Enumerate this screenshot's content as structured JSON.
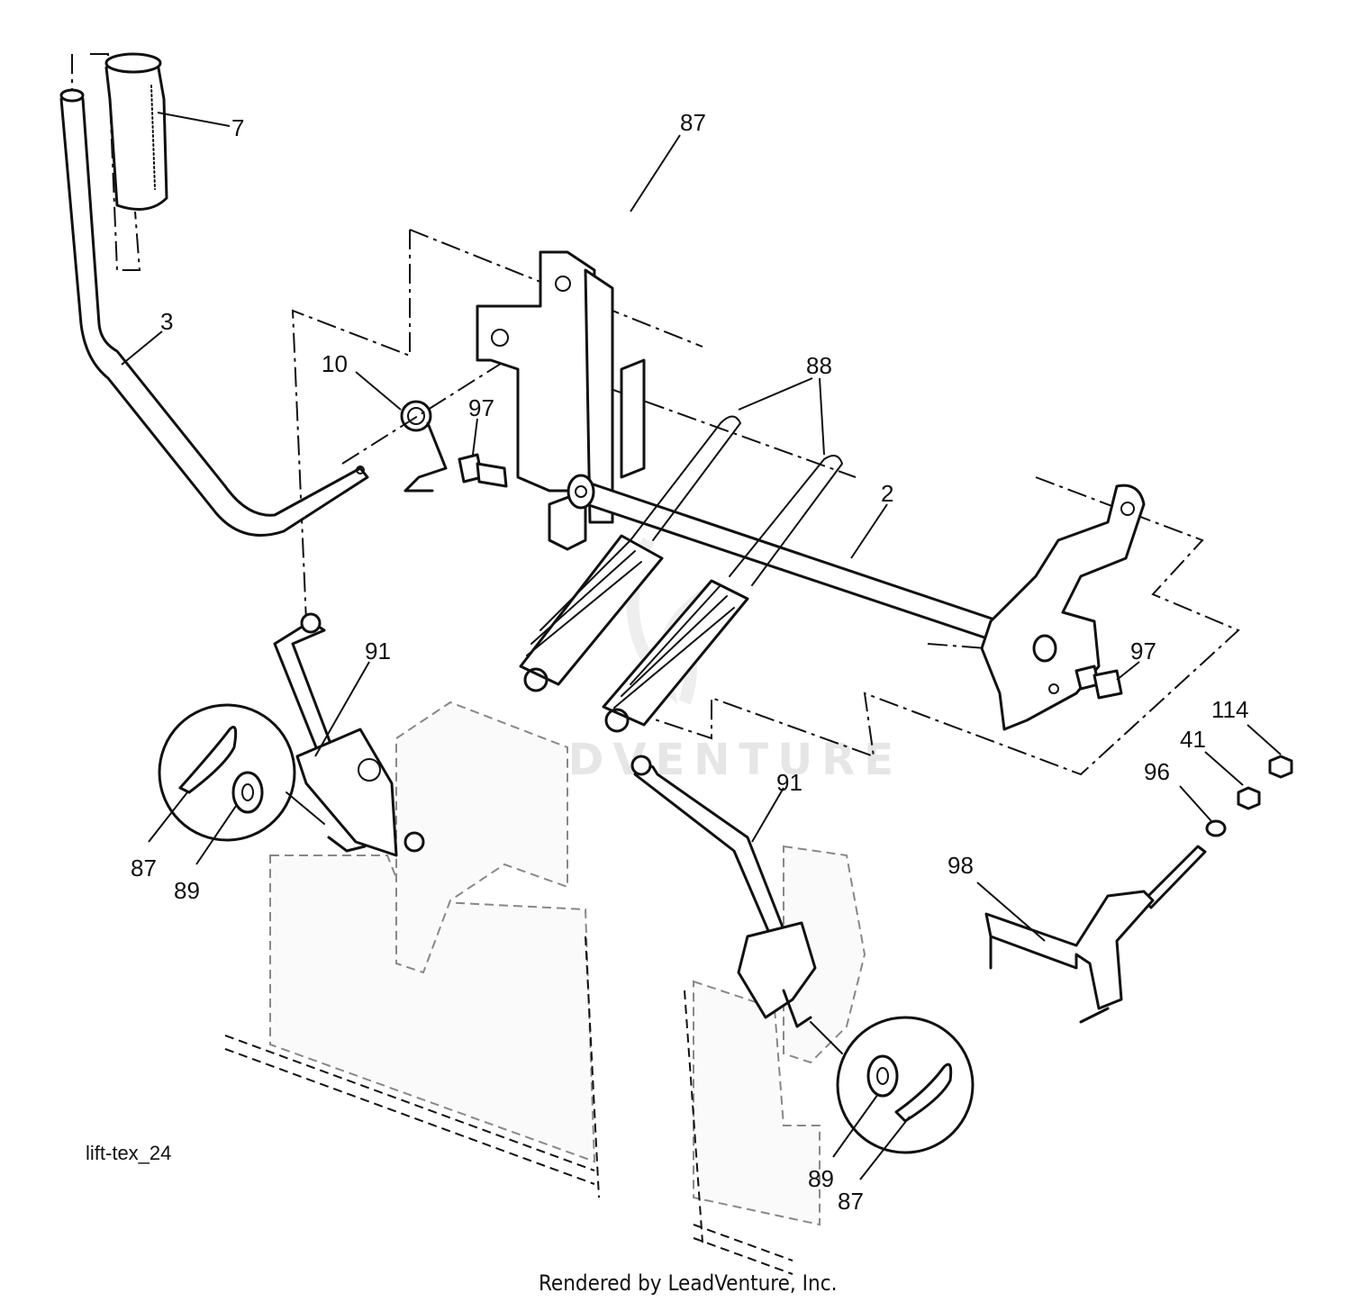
{
  "diagram": {
    "watermark": "LEADVENTURE",
    "figure_code": "lift-tex_24",
    "footer": "Rendered by LeadVenture, Inc.",
    "callouts": [
      {
        "id": "c7",
        "text": "7"
      },
      {
        "id": "c87a",
        "text": "87"
      },
      {
        "id": "c3",
        "text": "3"
      },
      {
        "id": "c10",
        "text": "10"
      },
      {
        "id": "c97a",
        "text": "97"
      },
      {
        "id": "c88",
        "text": "88"
      },
      {
        "id": "c2",
        "text": "2"
      },
      {
        "id": "c91a",
        "text": "91"
      },
      {
        "id": "c97b",
        "text": "97"
      },
      {
        "id": "c114",
        "text": "114"
      },
      {
        "id": "c41",
        "text": "41"
      },
      {
        "id": "c96",
        "text": "96"
      },
      {
        "id": "c91b",
        "text": "91"
      },
      {
        "id": "c98",
        "text": "98"
      },
      {
        "id": "c87b",
        "text": "87"
      },
      {
        "id": "c89a",
        "text": "89"
      },
      {
        "id": "c89b",
        "text": "89"
      },
      {
        "id": "c87c",
        "text": "87"
      }
    ]
  }
}
